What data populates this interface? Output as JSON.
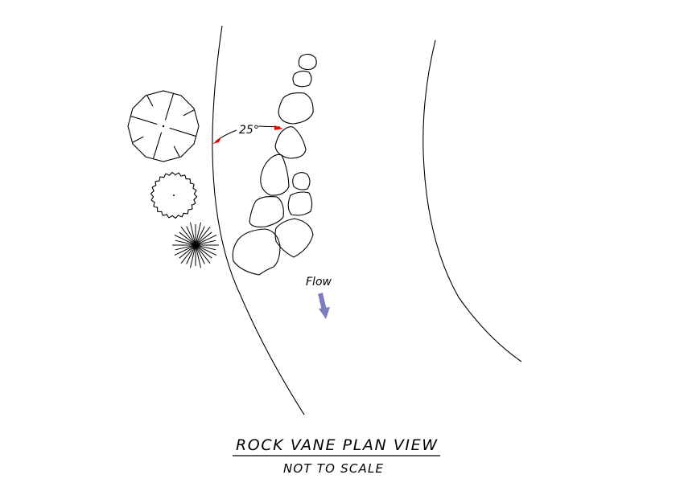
{
  "drawing": {
    "title": "ROCK VANE PLAN VIEW",
    "subtitle": "NOT TO SCALE",
    "flow_label": "Flow",
    "angle_label": "25°",
    "colors": {
      "dimension_arrow": "#ff0000",
      "flow_arrow": "#7b7bc0",
      "line": "#000000"
    }
  }
}
